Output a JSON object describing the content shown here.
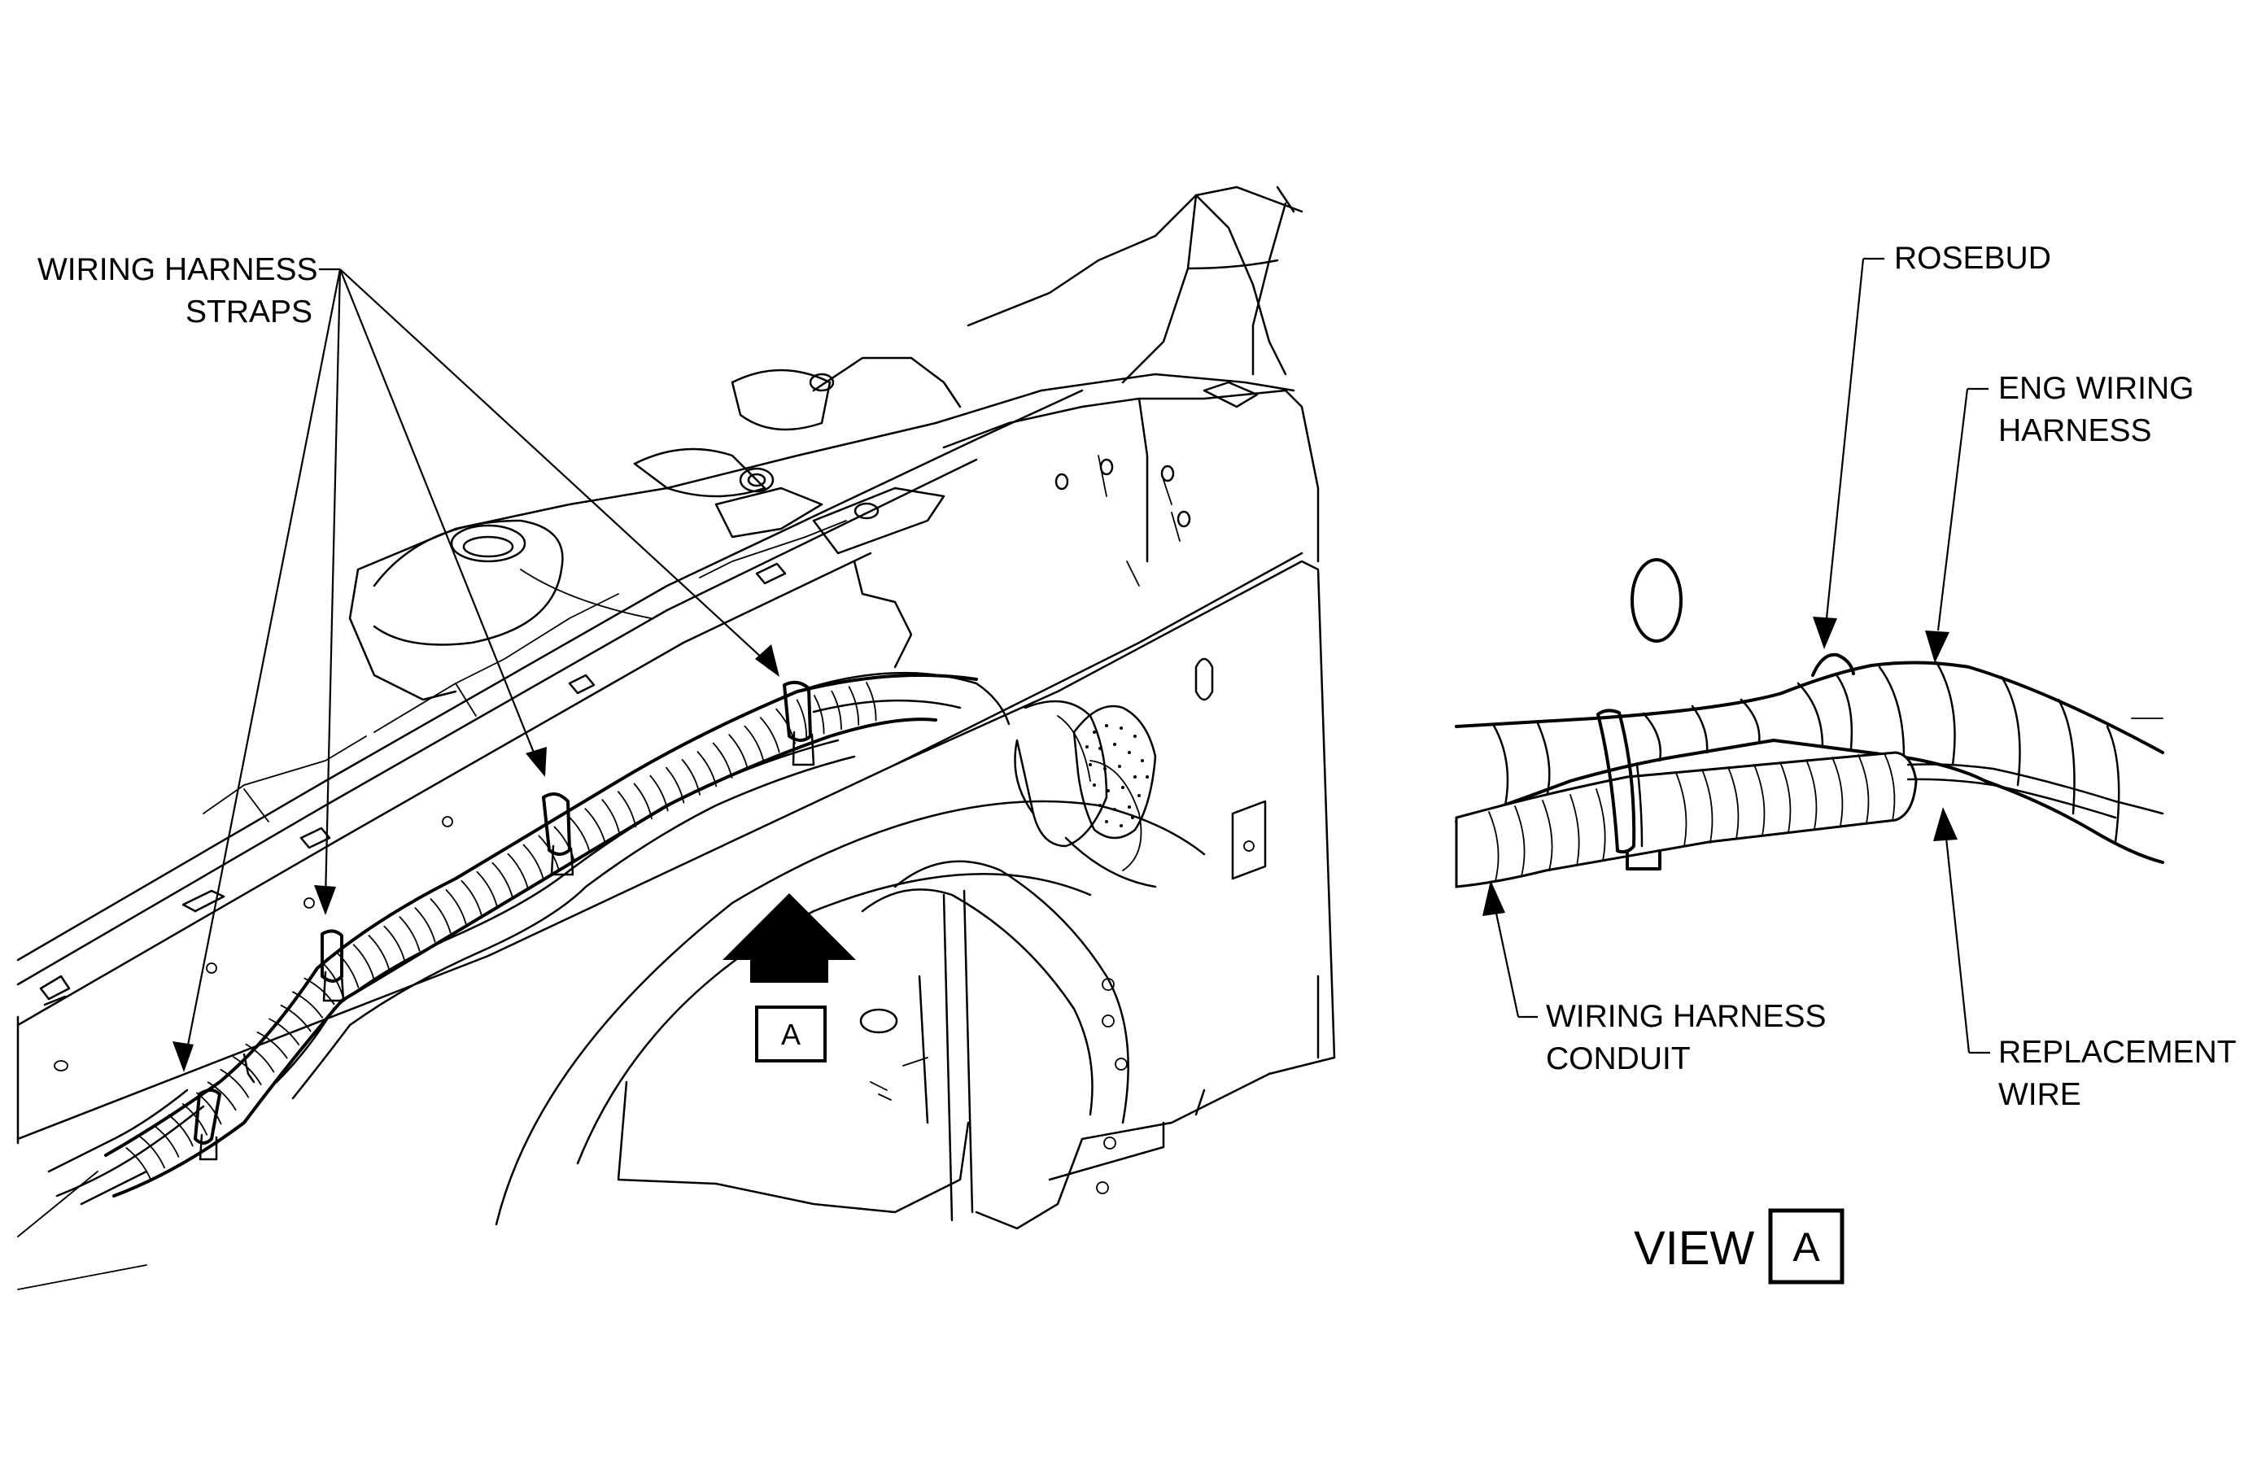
{
  "callouts": {
    "straps_line1": "WIRING HARNESS",
    "straps_line2": "STRAPS",
    "rosebud": "ROSEBUD",
    "eng_line1": "ENG WIRING",
    "eng_line2": "HARNESS",
    "conduit_line1": "WIRING HARNESS",
    "conduit_line2": "CONDUIT",
    "replacement_line1": "REPLACEMENT",
    "replacement_line2": "WIRE"
  },
  "view_marker": {
    "box_letter": "A"
  },
  "view_caption": {
    "word": "VIEW",
    "letter": "A"
  }
}
